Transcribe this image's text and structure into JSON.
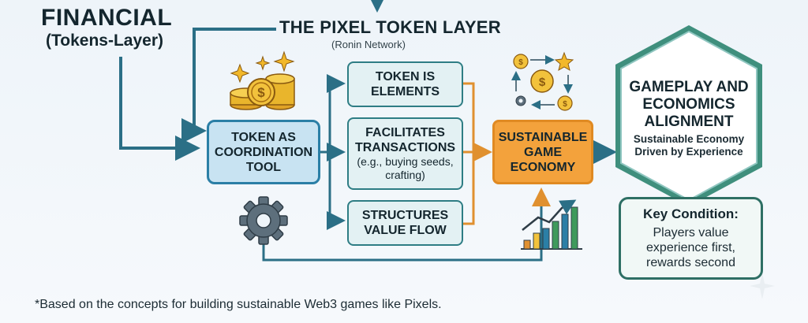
{
  "header": {
    "title_line1": "FINANCIAL",
    "title_line2": "(Tokens-Layer)",
    "layer_title": "THE PIXEL TOKEN LAYER",
    "layer_subtitle": "(Ronin Network)"
  },
  "nodes": {
    "coordination": {
      "line1": "TOKEN AS",
      "line2": "COORDINATION",
      "line3": "TOOL"
    },
    "elements": {
      "line1": "TOKEN IS",
      "line2": "ELEMENTS"
    },
    "transactions": {
      "line1": "FACILITATES",
      "line2": "TRANSACTIONS",
      "detail1": "(e.g., buying seeds,",
      "detail2": "crafting)"
    },
    "structures": {
      "line1": "STRUCTURES",
      "line2": "VALUE FLOW"
    },
    "economy": {
      "line1": "SUSTAINABLE",
      "line2": "GAME",
      "line3": "ECONOMY"
    },
    "alignment": {
      "line1": "GAMEPLAY AND",
      "line2": "ECONOMICS",
      "line3": "ALIGNMENT",
      "sub1": "Sustainable Economy",
      "sub2": "Driven by Experience"
    },
    "condition": {
      "title": "Key Condition:",
      "line1": "Players value",
      "line2": "experience first,",
      "line3": "rewards second"
    }
  },
  "footnote": "*Based on the concepts for building sustainable Web3 games like Pixels.",
  "icons": [
    "coin-stack-icon",
    "sparkle-icon",
    "gear-icon",
    "coin-cycle-icon",
    "growth-chart-icon"
  ],
  "colors": {
    "teal": "#2e7d84",
    "blue": "#2b7fa6",
    "orange": "#f3a23c",
    "gold": "#e9b52c",
    "green": "#3f9a5c"
  }
}
